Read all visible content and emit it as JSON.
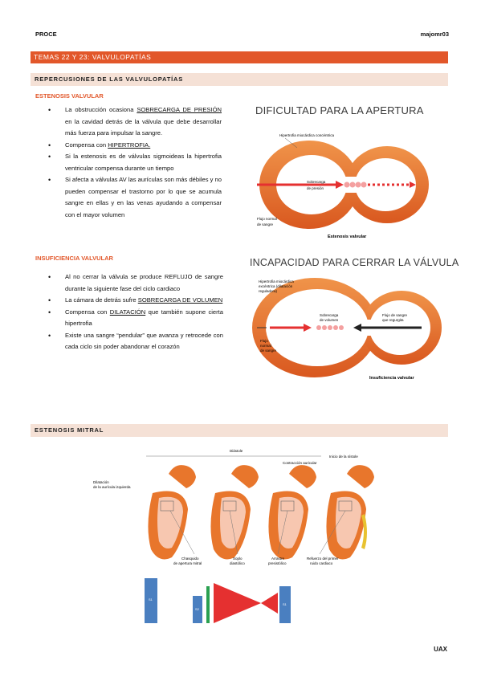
{
  "header": {
    "left": "PROCE",
    "right": "majomr03"
  },
  "title_bar": "TEMAS 22 Y 23: VALVULOPATÍAS",
  "section_bar": "REPERCUSIONES DE LAS VALVULOPATÍAS",
  "estenosis": {
    "heading": "ESTENOSIS VALVULAR",
    "b1_pre": "La obstrucción ocasiona ",
    "b1_u": "SOBRECARGA DE PRESIÓN",
    "b1_post": " en la cavidad detrás de la válvula que debe desarrollar más fuerza para impulsar la sangre.",
    "b2_pre": "Compensa con ",
    "b2_u": "HIPERTROFIA.",
    "b3": "Si la estenosis es de válvulas sigmoideas la hipertrofia ventricular compensa durante un tiempo",
    "b4": "Si afecta a válvulas AV las aurículas son más débiles y no pueden compensar el trastorno por lo que se acumula sangre en ellas y en las venas ayudando a compensar con el mayor volumen"
  },
  "insuficiencia": {
    "heading": "INSUFICIENCIA VALVULAR",
    "b1": "Al no cerrar la válvula se produce REFLUJO de sangre durante la siguiente fase del ciclo cardiaco",
    "b2_pre": "La cámara de detrás sufre ",
    "b2_u": "SOBRECARGA DE VOLUMEN",
    "b3_pre": "Compensa con ",
    "b3_u": "DILATACIÓN",
    "b3_post": " que también supone cierta hipertrofia",
    "b4": "Existe una sangre “pendular” que avanza y retrocede con cada ciclo sin poder abandonar el corazón"
  },
  "figure_top": {
    "title": "DIFICULTAD PARA LA APERTURA",
    "label_hyper": "Hipertrofia miocárdica concéntrica",
    "label_sobre_1": "Sobrecarga",
    "label_sobre_2": "de presión",
    "label_flujo_1": "Flujo normal",
    "label_flujo_2": "de sangre",
    "caption": "Estenosis valvular"
  },
  "figure_bottom": {
    "title": "INCAPACIDAD PARA CERRAR LA VÁLVULA",
    "label_hyper_1": "Hipertrofia miocárdica",
    "label_hyper_2": "excéntrica (dilatación",
    "label_hyper_3": "reguladora)",
    "label_sobre_1": "Sobrecarga",
    "label_sobre_2": "de volumen",
    "label_reg_1": "Flujo de sangre",
    "label_reg_2": "que regurgita",
    "label_flujo_1": "Flujo",
    "label_flujo_2": "normal",
    "label_flujo_3": "de sangre",
    "caption": "Insuficiencia valvular"
  },
  "section_bar_2": "ESTENOSIS MITRAL",
  "mitral_figure": {
    "label_diastole": "Diástole",
    "label_inicio": "Inicio de la sístole",
    "label_contraccion": "Contracción auricular",
    "label_dilatacion_1": "Dilatación",
    "label_dilatacion_2": "de la aurícula izquierda",
    "label_chasquido_1": "Chasquido",
    "label_chasquido_2": "de apertura mitral",
    "label_soplo_1": "Soplo",
    "label_soplo_2": "diastólico",
    "label_arrastre_1": "Arrastre",
    "label_arrastre_2": "presistólico",
    "label_refuerzo_1": "Refuerzo del primer",
    "label_refuerzo_2": "ruido cardiaco",
    "s1": "S1",
    "s2": "S2"
  },
  "footer": "UAX",
  "colors": {
    "accent": "#e2572a",
    "subbar": "#f5e1d6",
    "heart": "#e8762c",
    "blood": "#e53030",
    "sound": "#4a7fc0"
  }
}
